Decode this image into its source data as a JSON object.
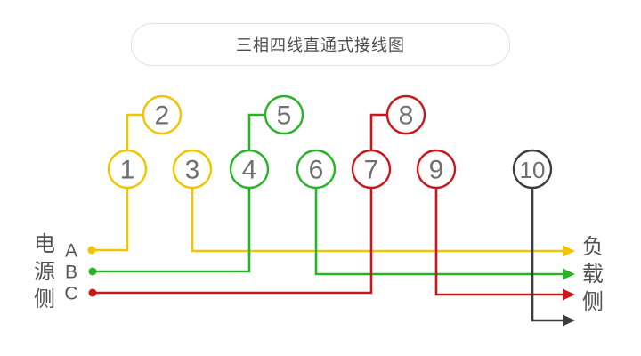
{
  "title": "三相四线直通式接线图",
  "source_side": {
    "label": "电源侧",
    "phase_a": "A",
    "phase_b": "B",
    "phase_c": "C"
  },
  "load_side": {
    "label": "负载侧"
  },
  "terminal_labels": [
    "1",
    "2",
    "3",
    "4",
    "5",
    "6",
    "7",
    "8",
    "9",
    "10"
  ],
  "colors": {
    "phase_a": "#f0c400",
    "phase_b": "#28b428",
    "phase_c": "#c9171d",
    "neutral": "#3d3d3d"
  },
  "wiring": {
    "type": "three-phase four-wire direct-connection meter",
    "phases": [
      {
        "phase": "A",
        "color": "yellow",
        "source_to_terminal": "1",
        "voltage_link": "2-1",
        "load_from_terminal": "3"
      },
      {
        "phase": "B",
        "color": "green",
        "source_to_terminal": "4",
        "voltage_link": "5-4",
        "load_from_terminal": "6"
      },
      {
        "phase": "C",
        "color": "red",
        "source_to_terminal": "7",
        "voltage_link": "8-7",
        "load_from_terminal": "9"
      },
      {
        "phase": "N",
        "color": "black",
        "load_from_terminal": "10"
      }
    ]
  }
}
